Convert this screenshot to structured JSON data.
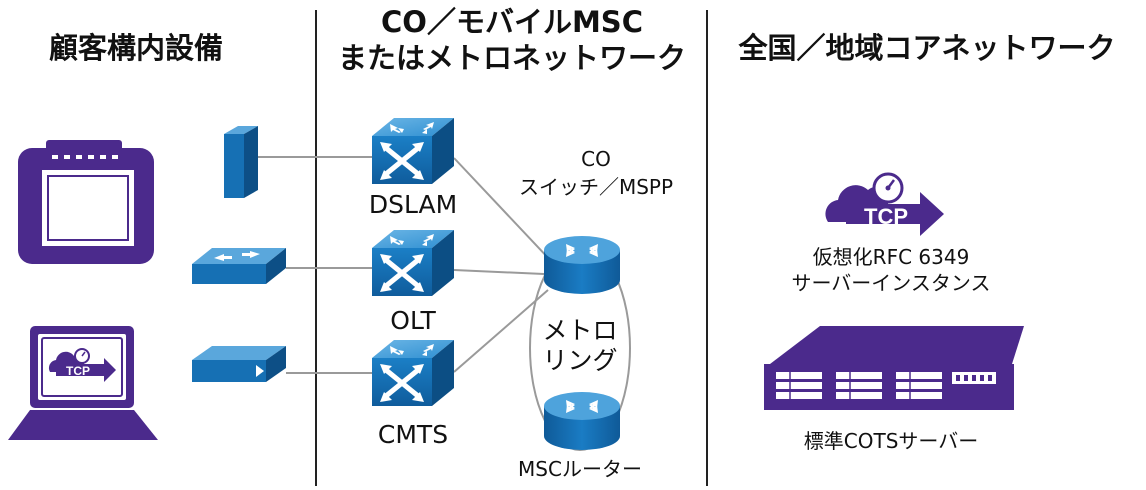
{
  "headers": {
    "customer_premises": "顧客構内設備",
    "co_metro_line1": "CO／モバイルMSC",
    "co_metro_line2": "またはメトロネットワーク",
    "core_network": "全国／地域コアネットワーク"
  },
  "labels": {
    "dslam": "DSLAM",
    "olt": "OLT",
    "cmts": "CMTS",
    "co_switch_line1": "CO",
    "co_switch_line2": "スイッチ／MSPP",
    "metro_ring_line1": "メトロ",
    "metro_ring_line2": "リング",
    "msc_router": "MSCルーター",
    "virtual_server_line1": "仮想化RFC 6349",
    "virtual_server_line2": "サーバーインスタンス",
    "cots_server": "標準COTSサーバー"
  },
  "icons": {
    "tcp_text": "TCP"
  },
  "colors": {
    "brand_purple": "#4b2a8c",
    "device_blue": "#1670b4",
    "device_blue_dark": "#0d4f86",
    "device_blue_light": "#5aa7dc",
    "link_gray": "#9a9a9a",
    "divider": "#222222"
  }
}
